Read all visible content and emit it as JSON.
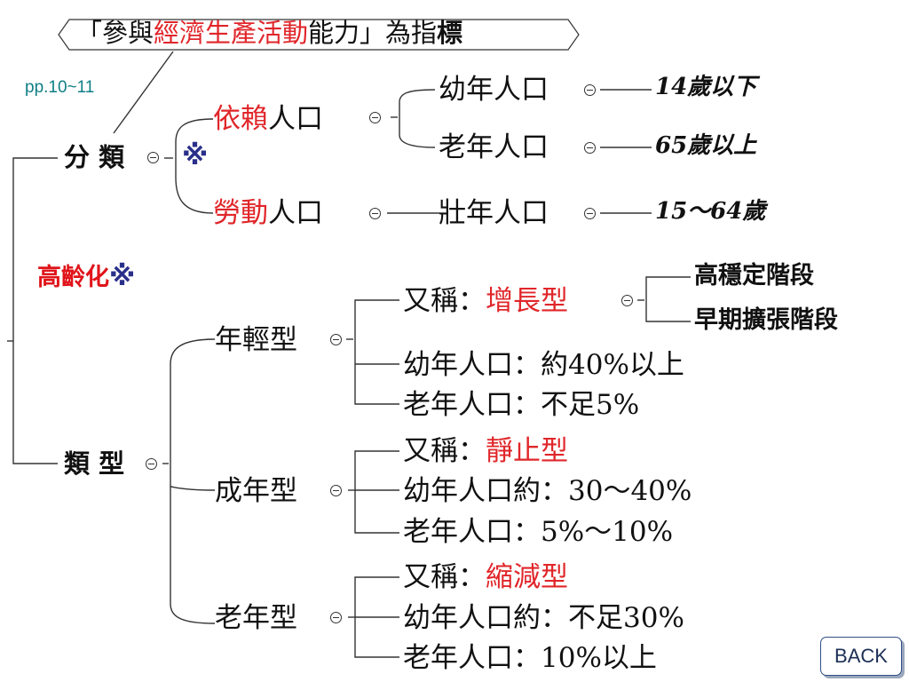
{
  "callout": {
    "pre": "「參與",
    "red": "經濟生產活動",
    "post": "能力」為指",
    "last": "標"
  },
  "page_ref": "pp.10~11",
  "classify": {
    "label": "分 類",
    "mark": "※",
    "dependent": {
      "red": "依賴",
      "rest": "人口"
    },
    "labor": {
      "red": "勞動",
      "rest": "人口"
    },
    "young": "幼年人口",
    "old": "老年人口",
    "prime": "壯年人口",
    "young_age": "14歲以下",
    "old_age": "65歲以上",
    "prime_age": "15～64歲"
  },
  "aging": {
    "label": "高齡化",
    "mark": "※"
  },
  "types": {
    "label": "類 型",
    "young_type": {
      "name": "年輕型",
      "alias_prefix": "又稱：",
      "alias": "增長型",
      "stages": [
        "高穩定階段",
        "早期擴張階段"
      ],
      "young_pop": "幼年人口：約40%以上",
      "old_pop": "老年人口：不足5%"
    },
    "adult_type": {
      "name": "成年型",
      "alias_prefix": "又稱：",
      "alias": "靜止型",
      "young_pop": "幼年人口約：30～40%",
      "old_pop": "老年人口：5%～10%"
    },
    "old_type": {
      "name": "老年型",
      "alias_prefix": "又稱：",
      "alias": "縮減型",
      "young_pop": "幼年人口約：不足30%",
      "old_pop": "老年人口：10%以上"
    }
  },
  "back_label": "BACK"
}
